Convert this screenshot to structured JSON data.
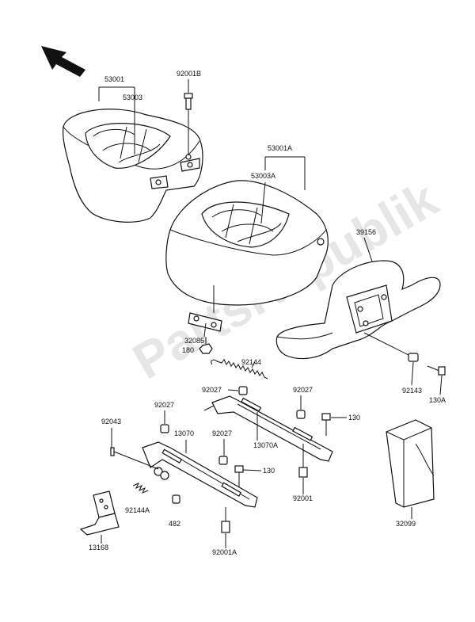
{
  "watermark": "PartsRepublik",
  "labels": {
    "p53001": "53001",
    "p53003": "53003",
    "p92001B": "92001B",
    "p53001A": "53001A",
    "p53003A": "53003A",
    "p39156": "39156",
    "p32085": "32085",
    "p180": "180",
    "p92144": "92144",
    "p92027a": "92027",
    "p92027b": "92027",
    "p92027c": "92027",
    "p92027d": "92027",
    "p92043": "92043",
    "p13070": "13070",
    "p13070A": "13070A",
    "p130a": "130",
    "p130b": "130",
    "p92143": "92143",
    "p130A": "130A",
    "p92001": "92001",
    "p92144A": "92144A",
    "p482": "482",
    "p92001A": "92001A",
    "p13168": "13168",
    "p32099": "32099"
  }
}
